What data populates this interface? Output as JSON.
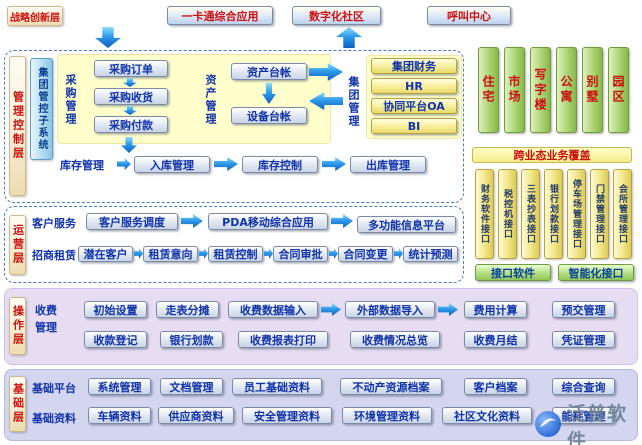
{
  "strategy": {
    "label": "战略创新层",
    "items": [
      "一卡通综合应用",
      "数字化社区",
      "呼叫中心"
    ]
  },
  "management": {
    "label": "管理控制层",
    "subsystem": "集团管控子系统",
    "purchase": {
      "label": "采购管理",
      "items": [
        "采购订单",
        "采购收货",
        "采购付款"
      ]
    },
    "asset": {
      "label": "资产管理",
      "items": [
        "资产台帐",
        "设备台帐"
      ]
    },
    "group": {
      "label": "集团管理",
      "items": [
        "集团财务",
        "HR",
        "协同平台OA",
        "BI"
      ]
    },
    "inventory": {
      "label": "库存管理",
      "items": [
        "入库管理",
        "库存控制",
        "出库管理"
      ]
    }
  },
  "right_panel": {
    "business_types": [
      "住宅",
      "市场",
      "写字楼",
      "公寓",
      "别墅",
      "园区"
    ],
    "coverage_label": "跨业态业务覆盖",
    "interfaces": [
      "财务软件接口",
      "税控机接口",
      "三表抄表接口",
      "银行划款接口",
      "停车场管理接口",
      "门禁管理接口",
      "会所管理接口"
    ],
    "interface_software": "接口软件",
    "intelligent_interface": "智能化接口"
  },
  "operation": {
    "label": "运营层",
    "customer_service": {
      "label": "客户服务",
      "items": [
        "客户服务调度",
        "PDA移动综合应用",
        "多功能信息平台"
      ]
    },
    "leasing": {
      "label": "招商租赁",
      "items": [
        "潜在客户",
        "租赁意向",
        "租赁控制",
        "合同审批",
        "合同变更",
        "统计预测"
      ]
    }
  },
  "operate": {
    "label": "操作层",
    "fee": {
      "label": "收费管理",
      "row1": [
        "初始设置",
        "走表分摊",
        "收费数据输入",
        "外部数据导入",
        "费用计算",
        "预交管理"
      ],
      "row2": [
        "收款登记",
        "银行划款",
        "收费报表打印",
        "收费情况总览",
        "收费月结",
        "凭证管理"
      ]
    }
  },
  "base": {
    "label": "基础层",
    "platform": {
      "label": "基础平台",
      "items": [
        "系统管理",
        "文档管理",
        "员工基础资料",
        "不动产资源档案",
        "客户档案",
        "综合查询"
      ]
    },
    "data": {
      "label": "基础资料",
      "items": [
        "车辆资料",
        "供应商资料",
        "安全管理资料",
        "环境管理资料",
        "社区文化资料",
        "能耗管理"
      ]
    }
  },
  "watermark": "泛普软件",
  "colors": {
    "arrow_blue": "#0a5fc2",
    "label_red": "#cc1111",
    "text_blue": "#1133aa",
    "panel_yellow": "#ffffcc",
    "region_purple": "#e7ddf3",
    "region_blue": "#d4d6f0",
    "business_green": "#86b84a",
    "interface_yellow": "#f3e88e"
  }
}
